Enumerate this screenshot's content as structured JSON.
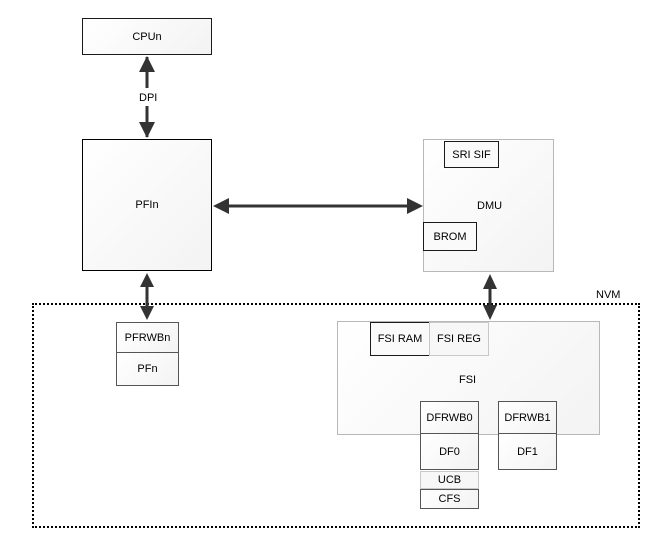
{
  "blocks": {
    "cpu": "CPUn",
    "dpi": "DPI",
    "pfi": "PFIn",
    "dmu": "DMU",
    "sri_sif": "SRI SIF",
    "brom": "BROM",
    "nvm": "NVM",
    "pfrwb": "PFRWBn",
    "pf": "PFn",
    "fsi": "FSI",
    "fsi_ram": "FSI RAM",
    "fsi_reg": "FSI REG",
    "dfrwb0": "DFRWB0",
    "dfrwb1": "DFRWB1",
    "df0": "DF0",
    "df1": "DF1",
    "ucb": "UCB",
    "cfs": "CFS"
  }
}
